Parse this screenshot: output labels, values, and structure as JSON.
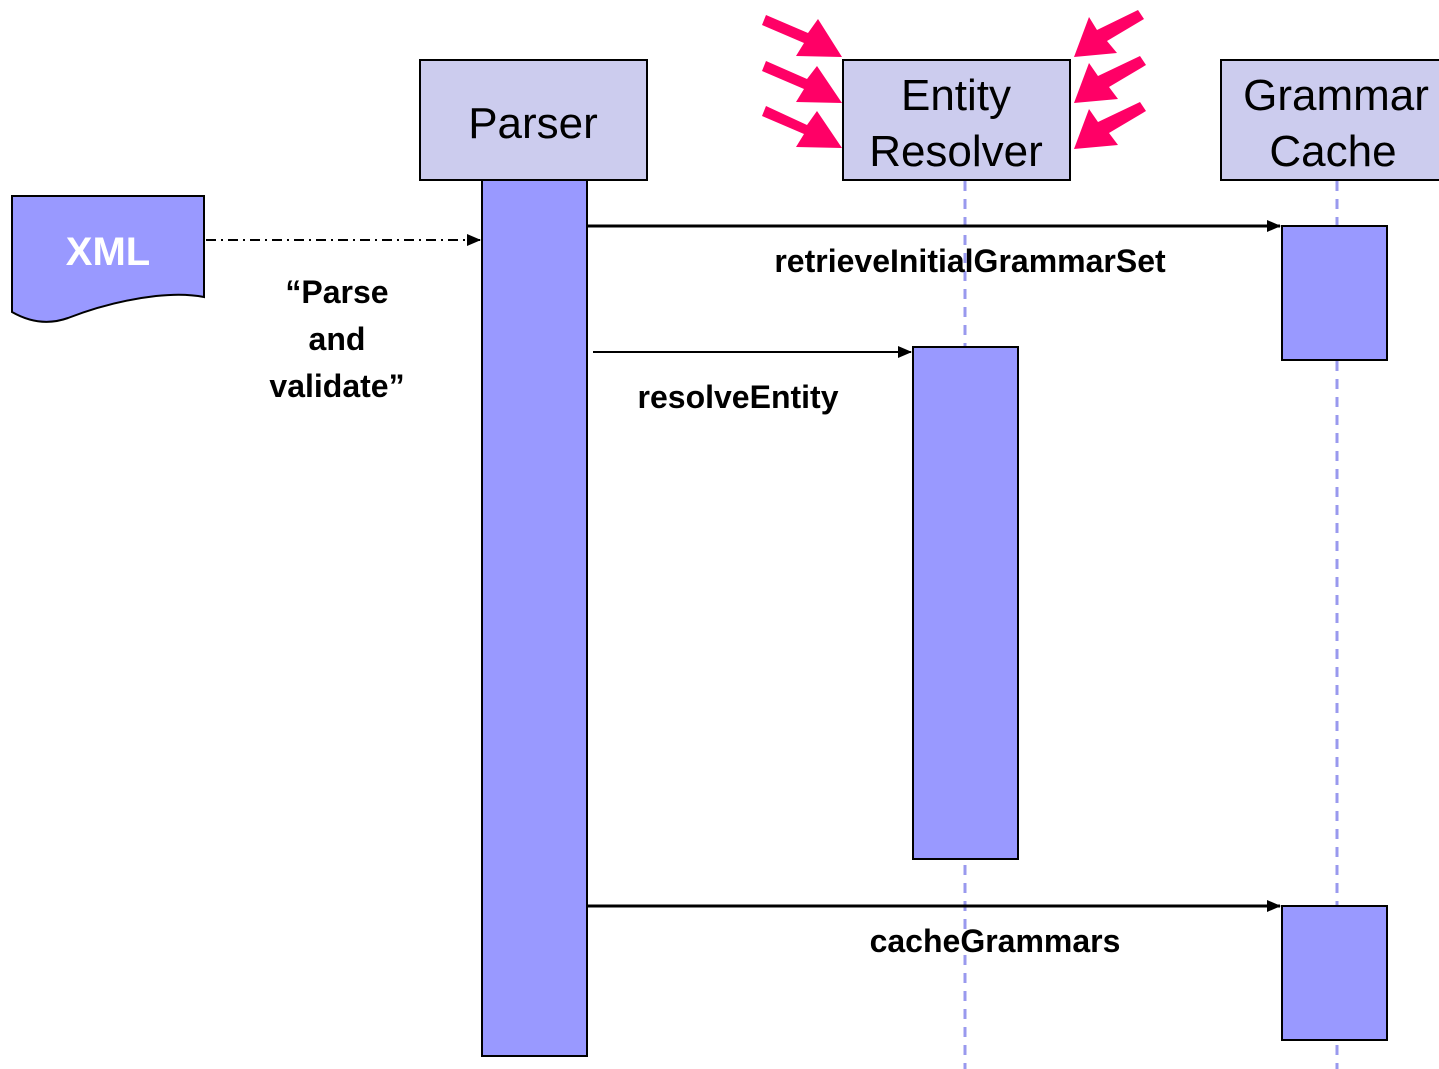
{
  "participants": {
    "parser": {
      "lines": [
        "Parser"
      ]
    },
    "entity_resolver": {
      "lines": [
        "Entity",
        "Resolver"
      ]
    },
    "grammar_cache": {
      "lines": [
        "Grammar",
        "Cache"
      ]
    }
  },
  "document": {
    "label": "XML"
  },
  "input_message": {
    "lines": [
      "“Parse",
      "and",
      "validate”"
    ]
  },
  "messages": {
    "retrieve": "retrieveInitialGrammarSet",
    "resolve": "resolveEntity",
    "cache": "cacheGrammars"
  },
  "colors": {
    "box_fill": "#ccccee",
    "activation_fill": "#9999ff",
    "lifeline": "#9999ee",
    "document_fill": "#9999ff",
    "highlight_arrows": "#ff0066"
  }
}
